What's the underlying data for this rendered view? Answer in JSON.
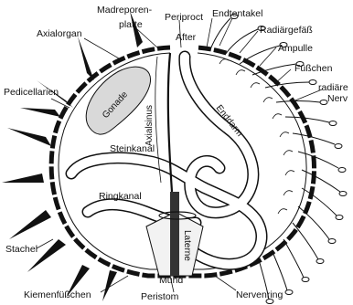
{
  "diagram": {
    "labels": {
      "madreporen_1": "Madreporen-",
      "madreporen_2": "platte",
      "periproct": "Periproct",
      "endtentakel": "Endtentakel",
      "after": "After",
      "axialorgan": "Axialorgan",
      "radiaergefaess": "Radiärgefäß",
      "ampulle": "Ampulle",
      "fuesschen": "Füßchen",
      "radiaere_1": "radiäre",
      "radiaere_2": "Nerv",
      "pedicellarien": "Pedicellarien",
      "gonade": "Gonade",
      "axialsinus": "Axialsinus",
      "enddarm": "Enddarm",
      "steinkanal": "Steinkanal",
      "ringkanal": "Ringkanal",
      "laterne": "Laterne",
      "stachel": "Stachel",
      "mund": "Mund",
      "kiemenfuesschen": "Kiemenfüßchen",
      "peristom": "Peristom",
      "nervenring": "Nervenring"
    }
  }
}
